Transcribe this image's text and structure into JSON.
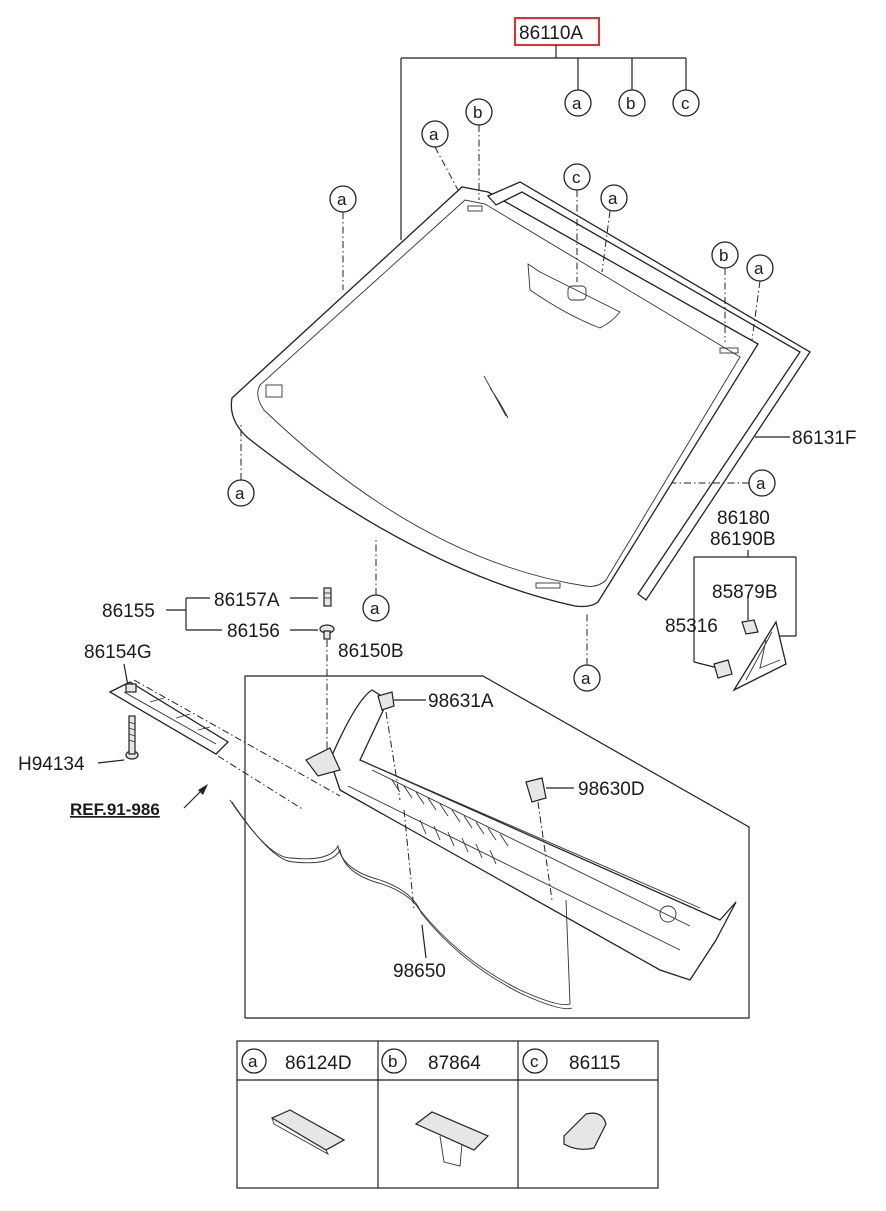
{
  "labels": {
    "windshield_assy": "86110A",
    "moulding": "86131F",
    "label_86180": "86180",
    "label_86190b": "86190B",
    "label_85879b": "85879B",
    "label_85316": "85316",
    "label_86155": "86155",
    "label_86157a": "86157A",
    "label_86156": "86156",
    "label_86154g": "86154G",
    "label_86150b": "86150B",
    "label_98631a": "98631A",
    "label_98630d": "98630D",
    "label_h94134": "H94134",
    "ref_link": "REF.91-986",
    "label_98650": "98650"
  },
  "callout_letters": {
    "a": "a",
    "b": "b",
    "c": "c"
  },
  "legend": {
    "items": [
      {
        "letter": "a",
        "part_no": "86124D"
      },
      {
        "letter": "b",
        "part_no": "87864"
      },
      {
        "letter": "c",
        "part_no": "86115"
      }
    ]
  },
  "colors": {
    "highlight_box": "#e03030",
    "line": "#222222"
  }
}
